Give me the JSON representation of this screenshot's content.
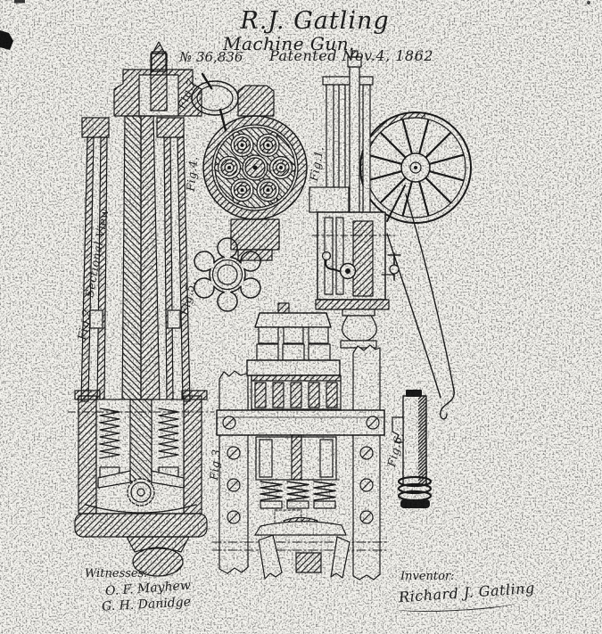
{
  "header": {
    "title_line1": "R.J. Gatling",
    "title_line2": "Machine Gun.",
    "patent_number": "№ 36,836",
    "patent_date": "Patented Nov.4, 1862"
  },
  "figure_labels": {
    "fig1": "Fig.1.",
    "fig2": "Fig.2.  Sectional View",
    "fig3": "Fig.3.",
    "fig4": "Fig.4.",
    "fig5": "Fig.5.",
    "fig6": "Fig.6.",
    "fig7": "Fig.7."
  },
  "signatures": {
    "witnesses_label": "Witnesses:",
    "witness_1": "O. F. Mayhew",
    "witness_2": "G. H. Danidge",
    "inventor_label": "Inventor:",
    "inventor_name": "Richard J. Gatling"
  },
  "colors": {
    "paper": "#f4f3ee",
    "ink": "#1c1c1c"
  }
}
